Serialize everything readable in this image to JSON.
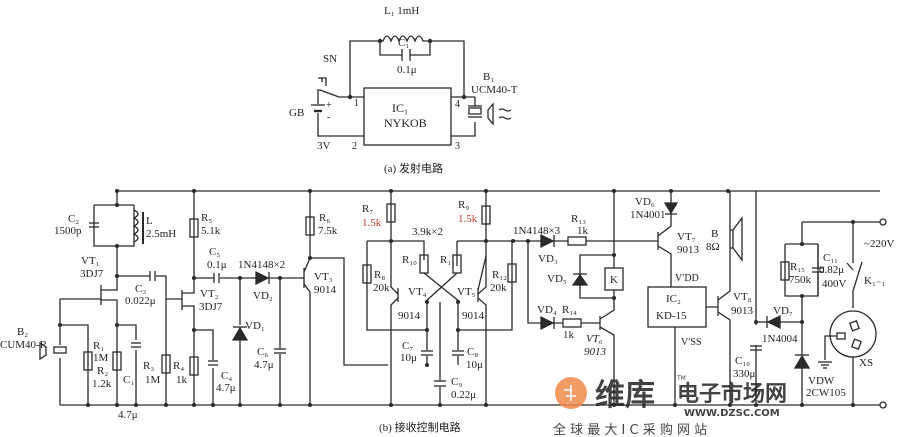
{
  "figure": {
    "captions": {
      "a": "(a) 发射电路",
      "b": "(b) 接收控制电路"
    }
  },
  "transmitter": {
    "L1": "L₁ 1mH",
    "C1": "C₁",
    "C1_val": "0.1μ",
    "SN": "SN",
    "GB": "GB",
    "GB_volt": "3V",
    "IC1_name": "IC₁",
    "IC1_part": "NYKOB",
    "pins": [
      "1",
      "2",
      "3",
      "4"
    ],
    "B1": "B₁",
    "B1_part": "UCM40-T",
    "plus": "+",
    "minus": "-"
  },
  "receiver": {
    "C2": "C₂",
    "C2_val": "1500p",
    "L": "L",
    "L_val": "2.5mH",
    "VT1": "VT₁",
    "VT1_part": "3DJ7",
    "C3": "C₃",
    "C3_val": "0.022μ",
    "B2": "B₂",
    "B2_part": "CUM40-R",
    "R1": "R₁",
    "R1_val": "1M",
    "R2": "R₂",
    "R2_val": "1.2k",
    "C1r": "C₁",
    "C1r_val": "4.7μ",
    "R3": "R₃",
    "R3_val": "1M",
    "R4": "R₄",
    "R4_val": "1k",
    "R5": "R₅",
    "R5_val": "5.1k",
    "C5": "C₅",
    "C5_val": "0.1μ",
    "VT2": "VT₂",
    "VT2_part": "3DJ7",
    "C4": "C₄",
    "C4_val": "4.7μ",
    "VD1": "VD₁",
    "VD2": "VD₂",
    "diode_pair": "1N4148×2",
    "C6": "C₆",
    "C6_val": "4.7μ",
    "R6": "R₆",
    "R6_val": "7.5k",
    "VT3": "VT₃",
    "VT3_part": "9014",
    "R7": "R₇",
    "R7_val": "1.5k",
    "R9": "R₉",
    "R9_val": "1.5k",
    "R10_R11_val": "3.9k×2",
    "R8": "R₈",
    "R8_val": "20k",
    "R10": "R₁₀",
    "R11": "R₁₁",
    "R12": "R₁₂",
    "R12_val": "20k",
    "VT4": "VT₄",
    "VT4_part": "9014",
    "VT5": "VT₅",
    "VT5_part": "9014",
    "C7": "C₇",
    "C7_val": "10μ",
    "C8": "C₈",
    "C8_val": "10μ",
    "C9": "C₉",
    "C9_val": "0.22μ",
    "diode_triple": "1N4148×3",
    "VD3": "VD₃",
    "VD4": "VD₄",
    "VD5": "VD₅",
    "R13": "R₁₃",
    "R13_val": "1k",
    "R14": "R₁₄",
    "R14_val": "1k",
    "K": "K",
    "VT6": "VT₆",
    "VT6_part": "9013",
    "VD6": "VD₆",
    "VD6_part": "1N4001",
    "VT7": "VT₇",
    "VT7_part": "9013",
    "VDD": "V′DD",
    "VSS": "V′SS",
    "IC2": "IC₂",
    "IC2_part": "KD-15",
    "B": "B",
    "B_val": "8Ω",
    "VT8": "VT₈",
    "VT8_part": "9013",
    "C10": "C₁₀",
    "C10_val": "330μ",
    "VD7": "VD₇",
    "VD7_part": "1N4004",
    "R15": "R₁₅",
    "R15_val": "750k",
    "C11": "C₁₁",
    "C11_val": "0.82μ",
    "C11_volt": "400V",
    "mains": "~220V",
    "K11": "K₁₋₁",
    "VDW": "VDW",
    "VDW_part": "2CW105",
    "XS": "XS"
  },
  "watermark": {
    "brand": "维库",
    "brand2": "电子市场网",
    "tm": "TM",
    "url": "WWW.DZSC.COM",
    "slogan": "全 球 最 大 I C 采 购 网 站",
    "color": "#f08a4b"
  }
}
